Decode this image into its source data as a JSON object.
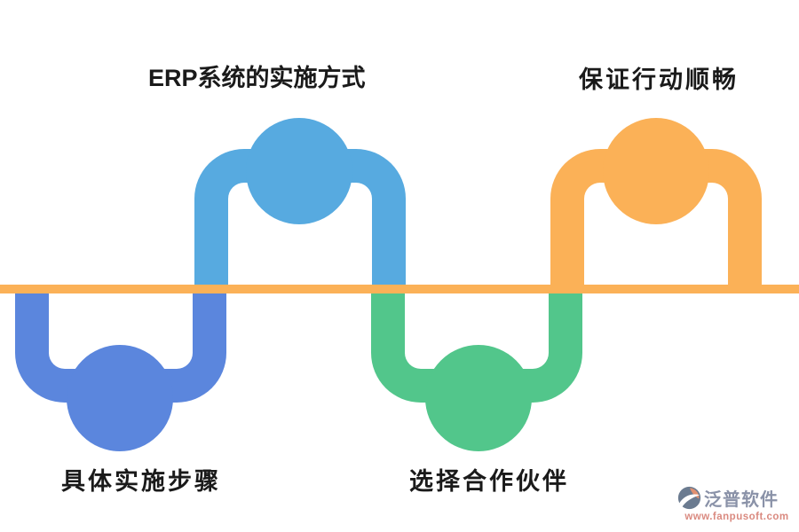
{
  "diagram": {
    "labels": {
      "top_left": "ERP系统的实施方式",
      "top_right": "保证行动顺畅",
      "bottom_left": "具体实施步骤",
      "bottom_center": "选择合作伙伴"
    },
    "colors": {
      "sky_blue": "#57AAE0",
      "royal_blue": "#5B86DD",
      "green": "#52C68B",
      "orange": "#FBB157",
      "label_text": "#1A1A1A",
      "logo_name": "#8A92A8",
      "logo_url": "#DA8A80",
      "logo_mark_gray": "#6B7B90",
      "logo_mark_salmon": "#E09070"
    }
  },
  "logo": {
    "name": "泛普软件",
    "url": "www.fanpusoft.com"
  }
}
